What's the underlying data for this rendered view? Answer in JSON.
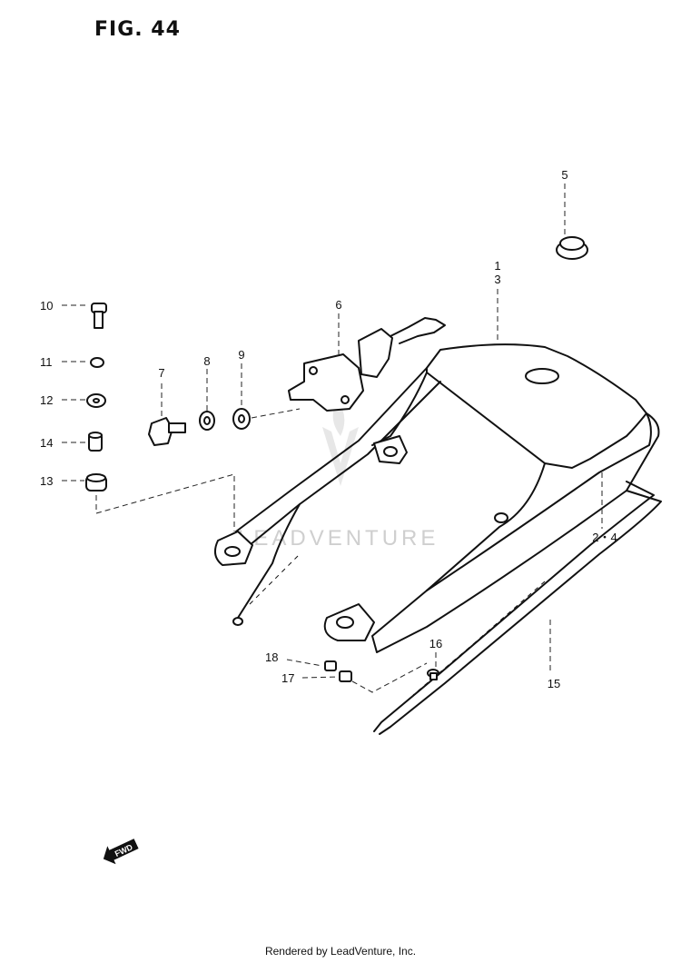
{
  "figure_title": "FIG. 44",
  "callouts": {
    "p1": "1",
    "p2_4": "2・4",
    "p3": "3",
    "p5": "5",
    "p6": "6",
    "p7": "7",
    "p8": "8",
    "p9": "9",
    "p10": "10",
    "p11": "11",
    "p12": "12",
    "p13": "13",
    "p14": "14",
    "p15": "15",
    "p16": "16",
    "p17": "17",
    "p18": "18"
  },
  "fwd_badge": "FWD",
  "watermark": "LEADVENTURE",
  "footer": "Rendered by LeadVenture, Inc."
}
